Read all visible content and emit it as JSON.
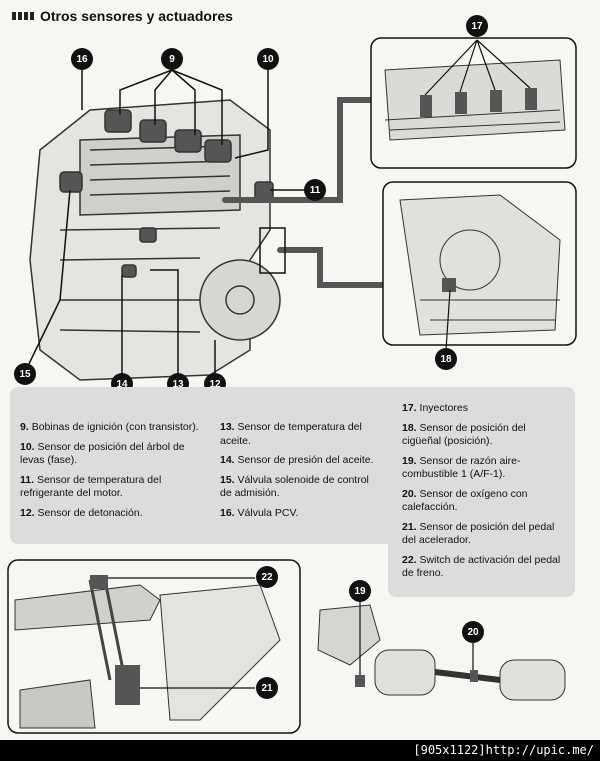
{
  "title": "Otros sensores y actuadores",
  "callouts": [
    "16",
    "9",
    "10",
    "17",
    "11",
    "18",
    "15",
    "14",
    "13",
    "12",
    "22",
    "21",
    "19",
    "20"
  ],
  "legend_left": [
    {
      "num": "9.",
      "text": "Bobinas de ignición (con transistor)."
    },
    {
      "num": "10.",
      "text": "Sensor de posición del árbol de levas (fase)."
    },
    {
      "num": "11.",
      "text": "Sensor de temperatura del refrigerante del motor."
    },
    {
      "num": "12.",
      "text": "Sensor de detonación."
    }
  ],
  "legend_mid": [
    {
      "num": "13.",
      "text": "Sensor de temperatura del aceite."
    },
    {
      "num": "14.",
      "text": "Sensor de presión del aceite."
    },
    {
      "num": "15.",
      "text": "Válvula solenoide de control de admisión."
    },
    {
      "num": "16.",
      "text": "Válvula PCV."
    }
  ],
  "legend_right": [
    {
      "num": "17.",
      "text": "Inyectores"
    },
    {
      "num": "18.",
      "text": "Sensor de posición del cigüeñal (posición)."
    },
    {
      "num": "19.",
      "text": "Sensor de razón aire-combustible 1 (A/F-1)."
    },
    {
      "num": "20.",
      "text": "Sensor de oxígeno con calefacción."
    },
    {
      "num": "21.",
      "text": "Sensor de posición del pedal del acelerador."
    },
    {
      "num": "22.",
      "text": "Switch de activación del pedal de freno."
    }
  ],
  "footer": "[905x1122]http://upic.me/"
}
